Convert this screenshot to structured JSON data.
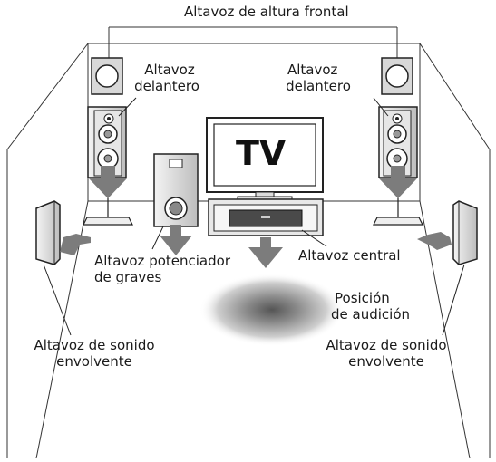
{
  "labels": {
    "front_height": "Altavoz de altura frontal",
    "front_left_1": "Altavoz",
    "front_left_2": "delantero",
    "front_right_1": "Altavoz",
    "front_right_2": "delantero",
    "tv": "TV",
    "subwoofer_1": "Altavoz potenciador",
    "subwoofer_2": "de graves",
    "center": "Altavoz central",
    "listening_1": "Posición",
    "listening_2": "de audición",
    "surround_left_1": "Altavoz de sonido",
    "surround_left_2": "envolvente",
    "surround_right_1": "Altavoz de sonido",
    "surround_right_2": "envolvente"
  }
}
